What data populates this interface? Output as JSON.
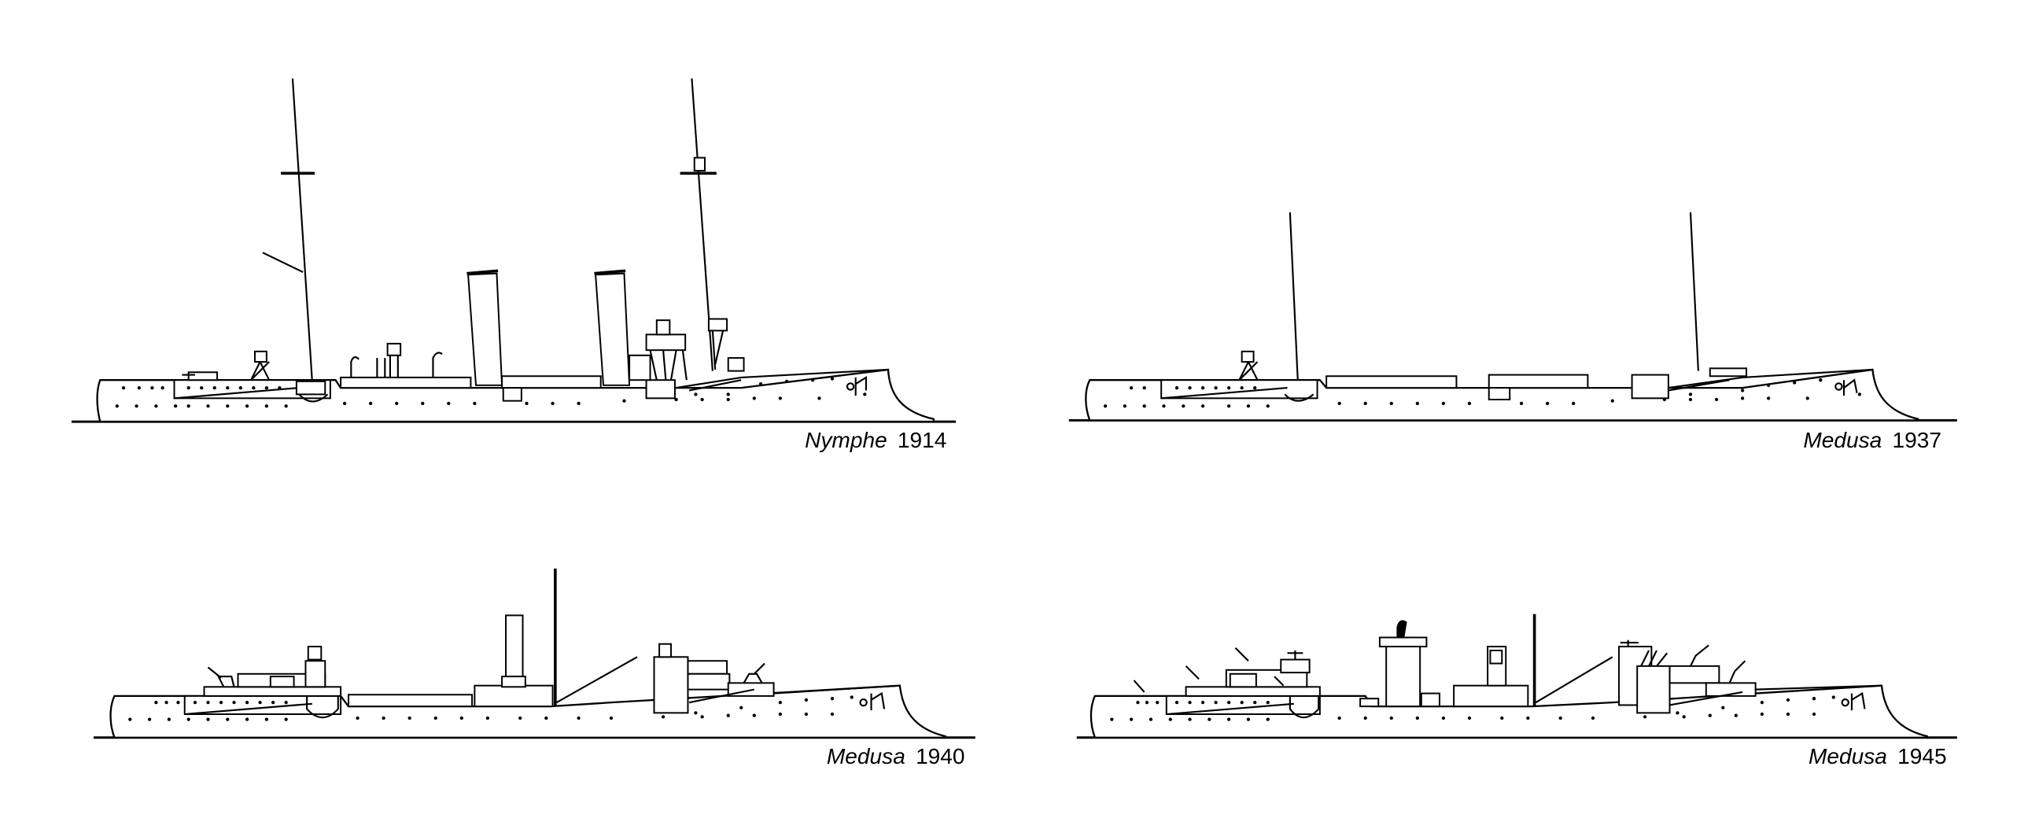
{
  "profiles": [
    {
      "name": "Nymphe",
      "year": "1914"
    },
    {
      "name": "Medusa",
      "year": "1937"
    },
    {
      "name": "Medusa",
      "year": "1940"
    },
    {
      "name": "Medusa",
      "year": "1945"
    }
  ]
}
